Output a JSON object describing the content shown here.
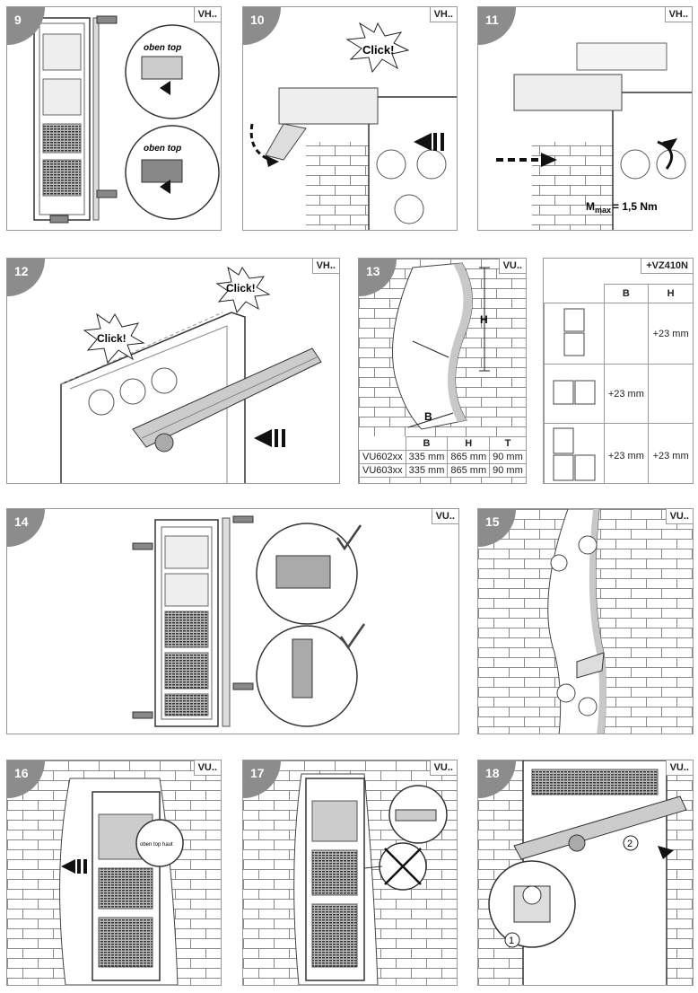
{
  "steps": [
    {
      "number": "9",
      "tag": "VH.."
    },
    {
      "number": "10",
      "tag": "VH..",
      "callout": "Click!"
    },
    {
      "number": "11",
      "tag": "VH..",
      "torque_label": "M",
      "torque_sub": "max",
      "torque_value": "= 1,5 Nm"
    },
    {
      "number": "12",
      "tag": "VH..",
      "callout_1": "Click!",
      "callout_2": "Click!"
    },
    {
      "number": "13",
      "tag": "VU..",
      "dim_h": "H",
      "dim_b": "B"
    },
    {
      "number": "14",
      "tag": "VU.."
    },
    {
      "number": "15",
      "tag": "VU.."
    },
    {
      "number": "16",
      "tag": "VU..",
      "label": "oben top haut"
    },
    {
      "number": "17",
      "tag": "VU.."
    },
    {
      "number": "18",
      "tag": "VU..",
      "marker_1": "1",
      "marker_2": "2"
    }
  ],
  "oben_text": "oben top",
  "dim_table": {
    "headers": [
      "",
      "B",
      "H",
      "T"
    ],
    "rows": [
      [
        "VU602xx",
        "335 mm",
        "865 mm",
        "90 mm"
      ],
      [
        "VU603xx",
        "335 mm",
        "865 mm",
        "90 mm"
      ]
    ]
  },
  "vz_table": {
    "title": "+VZ410N",
    "headers": [
      "B",
      "H"
    ],
    "rows": [
      {
        "b": "",
        "h": "+23 mm"
      },
      {
        "b": "+23 mm",
        "h": ""
      },
      {
        "b": "+23 mm",
        "h": "+23 mm"
      }
    ]
  }
}
